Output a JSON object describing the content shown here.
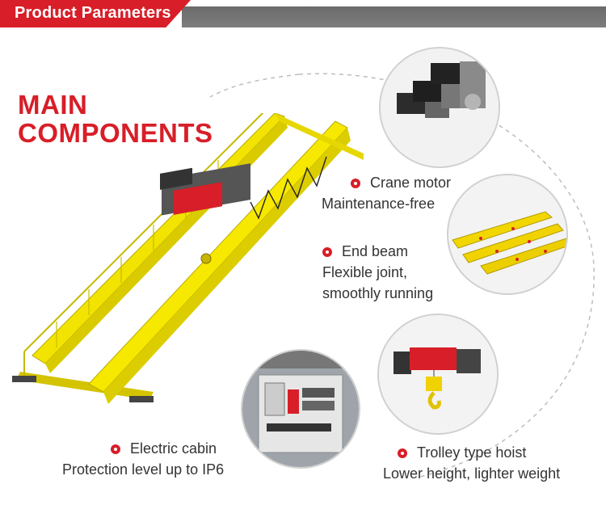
{
  "header": {
    "tab_label": "Product Parameters"
  },
  "title": {
    "line1": "MAIN",
    "line2": "COMPONENTS"
  },
  "components": [
    {
      "name": "Crane motor",
      "desc1": "Maintenance-free",
      "desc2": ""
    },
    {
      "name": "End beam",
      "desc1": "Flexible joint,",
      "desc2": "smoothly running"
    },
    {
      "name": "Electric cabin",
      "desc1": "Protection level up to IP6",
      "desc2": ""
    },
    {
      "name": "Trolley type hoist",
      "desc1": "Lower height, lighter weight",
      "desc2": ""
    }
  ],
  "colors": {
    "accent": "#d81e28",
    "crane_yellow": "#f2e300",
    "header_gray": "#737373"
  }
}
